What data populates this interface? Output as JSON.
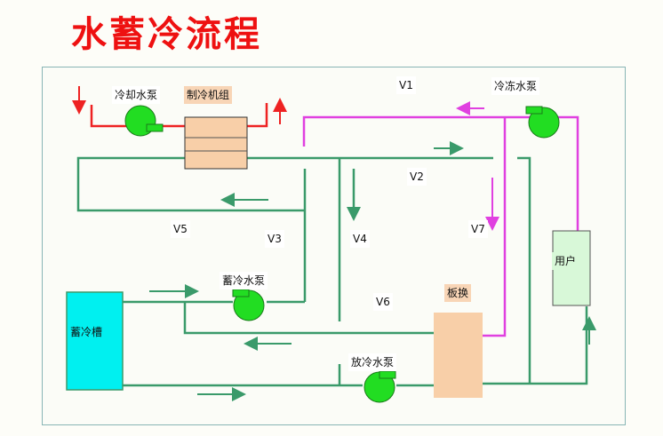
{
  "title": "水蓄冷流程",
  "labels": {
    "cooling_pump": "冷却水泵",
    "chiller": "制冷机组",
    "chilled_pump": "冷冻水泵",
    "storage_pump": "蓄冷水泵",
    "storage_tank": "蓄冷槽",
    "discharge_pump": "放冷水泵",
    "plate_hx": "板换",
    "user": "用户"
  },
  "valves": {
    "v1": "V1",
    "v2": "V2",
    "v3": "V3",
    "v4": "V4",
    "v5": "V5",
    "v6": "V6",
    "v7": "V7"
  },
  "colors": {
    "title": "#ee1111",
    "green_pipe": "#3a9a6a",
    "red_pipe": "#ee2222",
    "magenta_pipe": "#e040e0",
    "pump": "#22dd22",
    "tank": "#00f0f0",
    "chiller": "#f8cfa8",
    "user_box": "#d8f8d8"
  }
}
